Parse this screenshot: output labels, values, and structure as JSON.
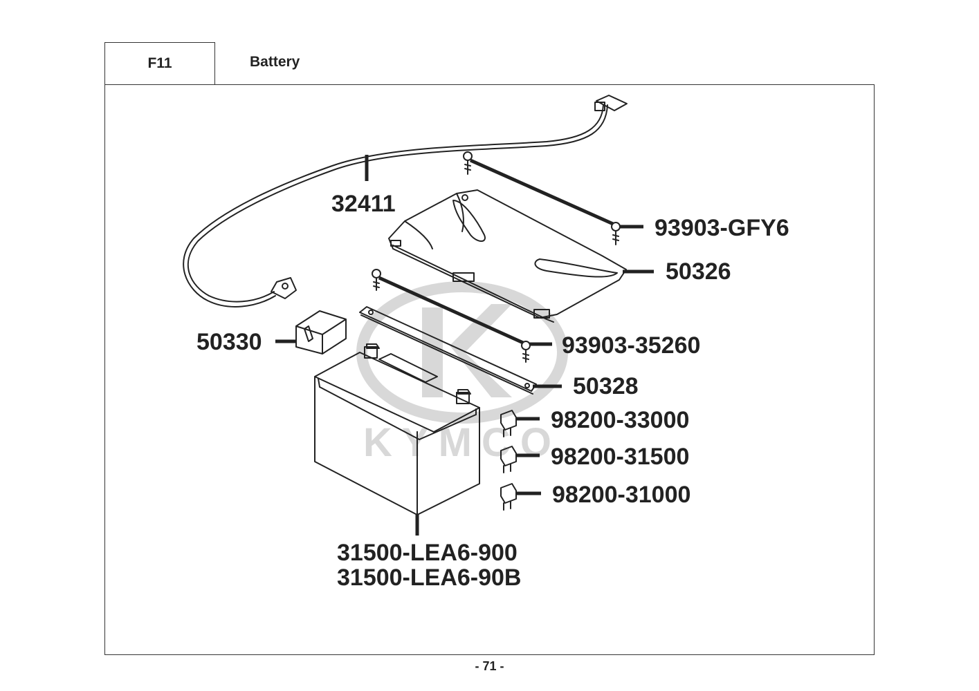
{
  "header": {
    "section_code": "F11",
    "section_title": "Battery"
  },
  "watermark": {
    "brand_text": "KYMCO",
    "color": "#d4d4d4"
  },
  "callouts": [
    {
      "id": "cable",
      "label": "32411"
    },
    {
      "id": "cover-screw",
      "label": "93903-GFY6"
    },
    {
      "id": "battery-cover",
      "label": "50326"
    },
    {
      "id": "cushion",
      "label": "50330"
    },
    {
      "id": "strap-screw",
      "label": "93903-35260"
    },
    {
      "id": "battery-strap",
      "label": "50328"
    },
    {
      "id": "fuse-30a",
      "label": "98200-33000"
    },
    {
      "id": "fuse-15a",
      "label": "98200-31500"
    },
    {
      "id": "fuse-10a",
      "label": "98200-31000"
    },
    {
      "id": "battery-1",
      "label": "31500-LEA6-900"
    },
    {
      "id": "battery-2",
      "label": "31500-LEA6-90B"
    }
  ],
  "footer": {
    "page_number": "- 71 -"
  }
}
